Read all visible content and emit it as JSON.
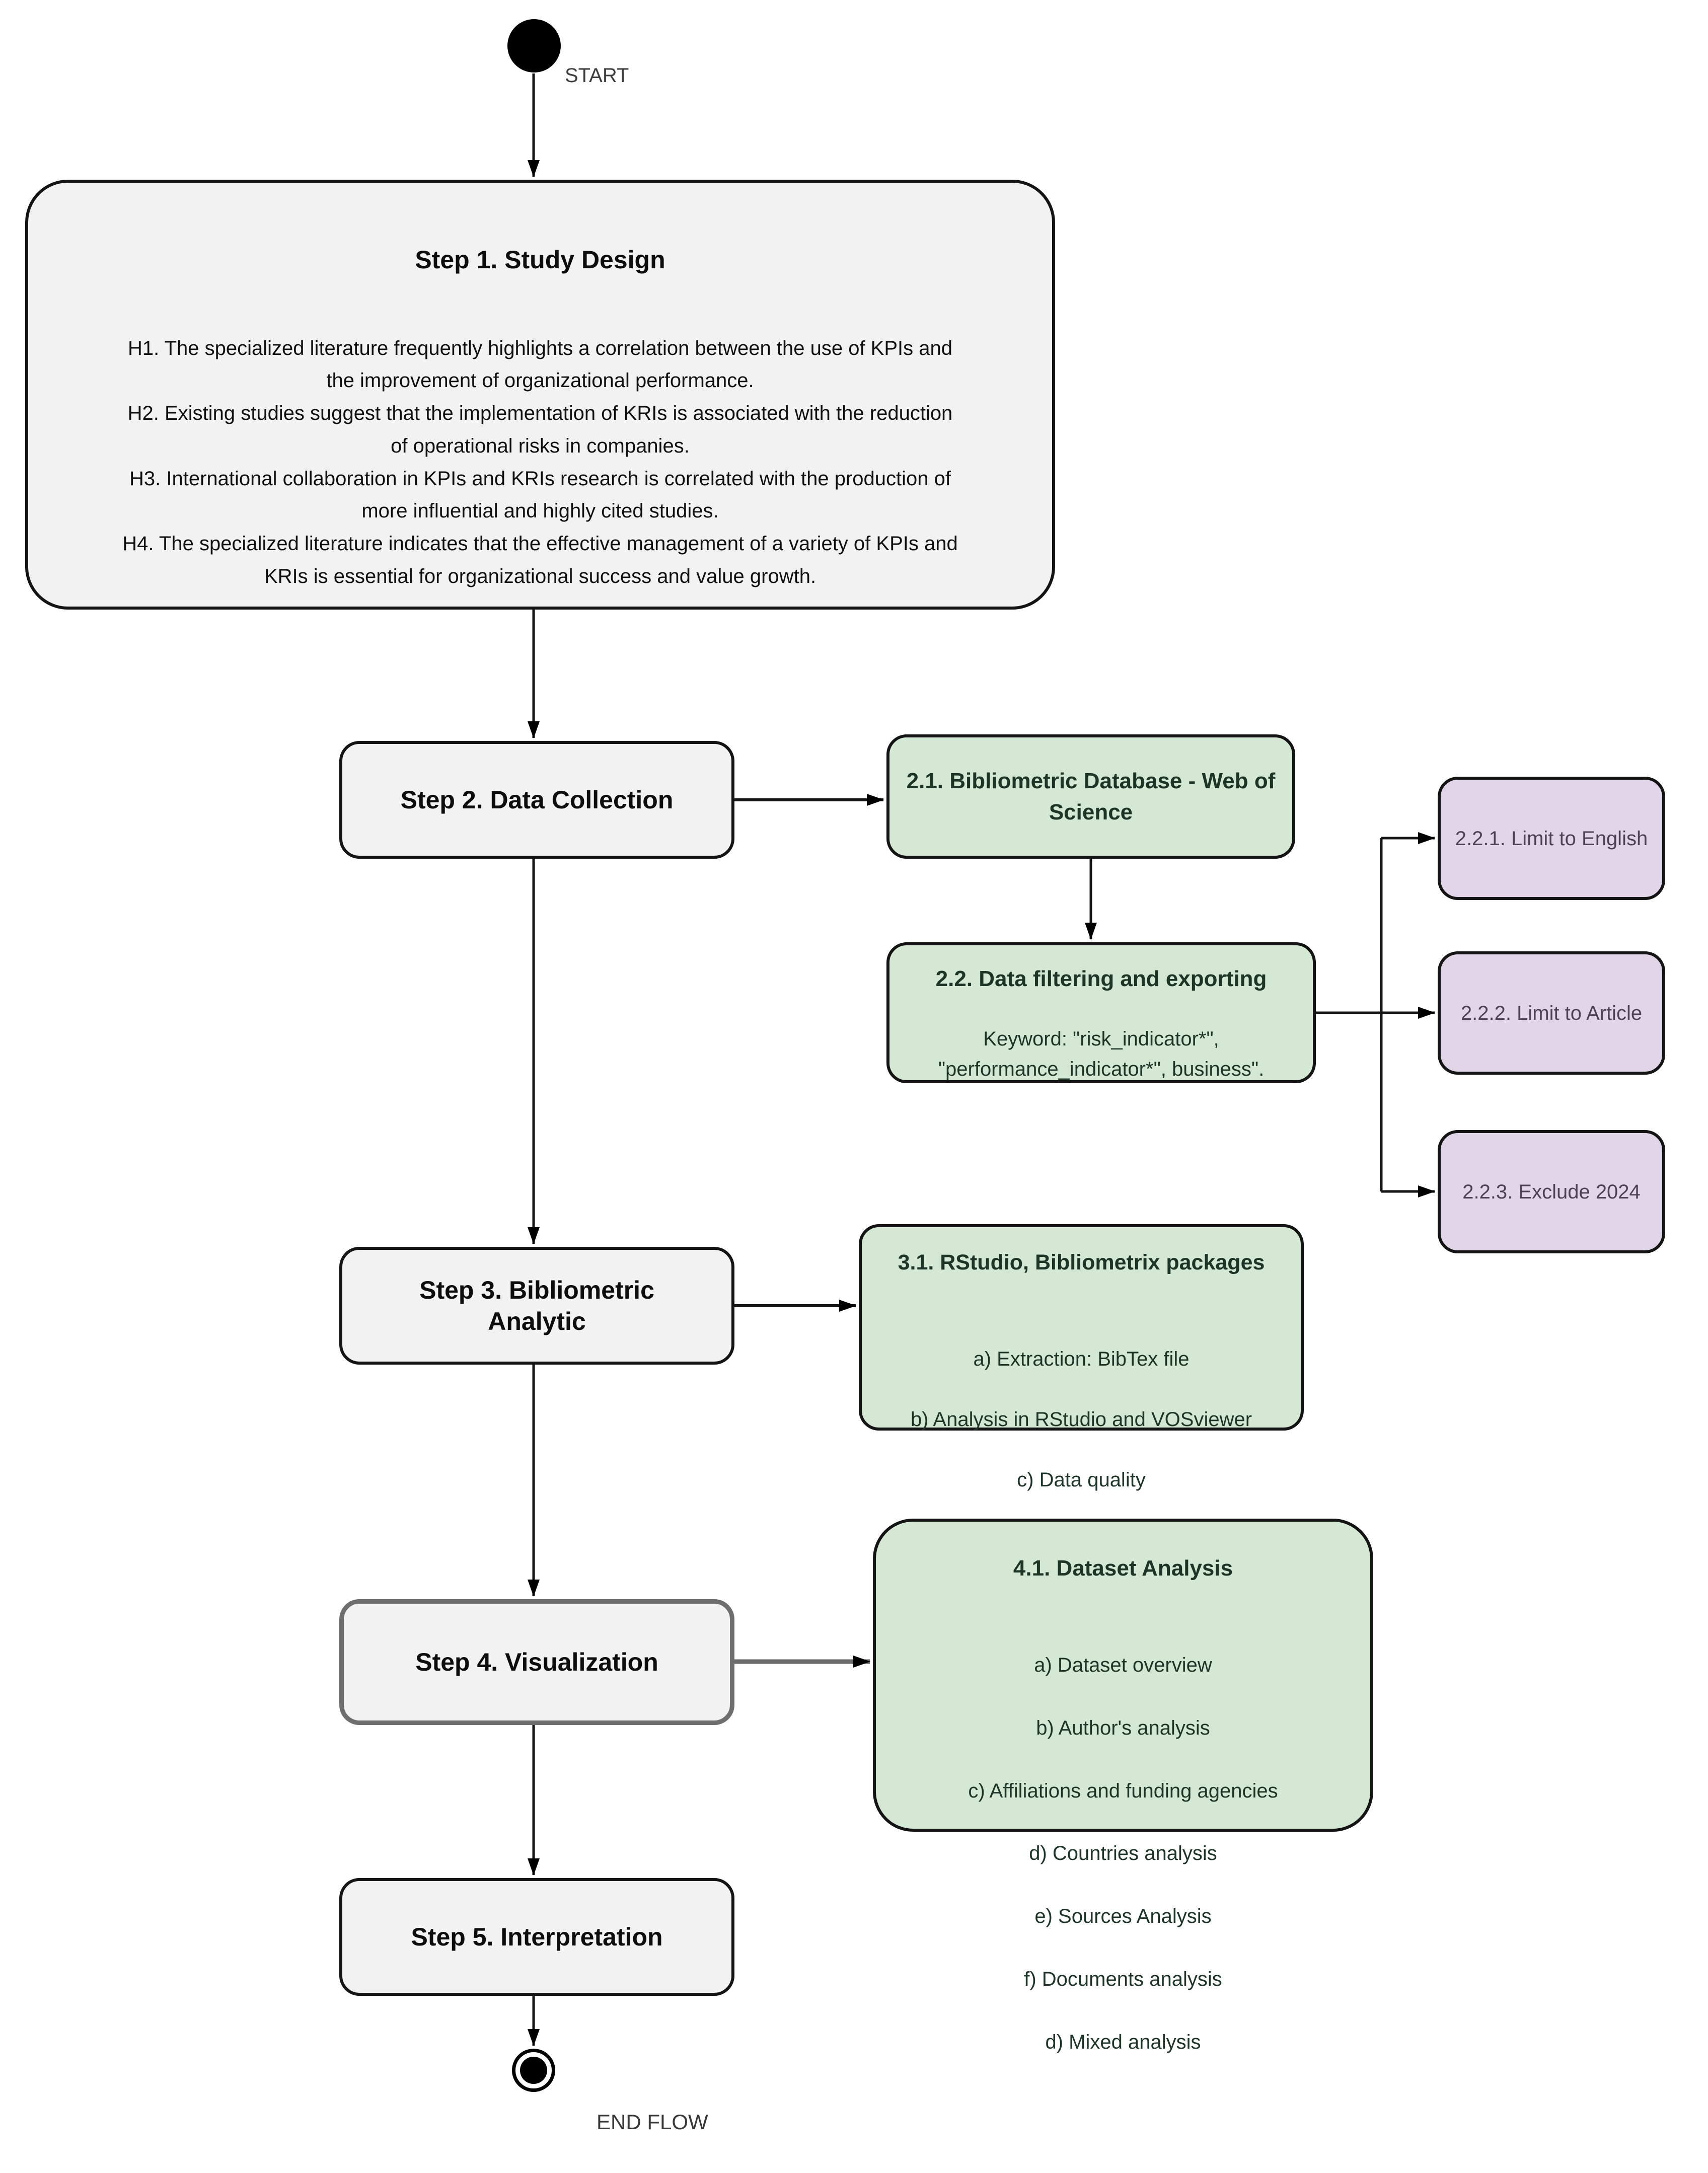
{
  "flowchart": {
    "start_label": "START",
    "end_label": "END FLOW",
    "colors": {
      "box_gray": "#f2f2f2",
      "box_green": "#d5e8d4",
      "box_purple": "#e1d5e7",
      "border_dark": "#141414",
      "border_gray_step4": "#6e6e6e",
      "text_green": "#1d3527",
      "text_purple": "#4e4156"
    },
    "steps": {
      "step1": {
        "title": "Step 1. Study Design",
        "hypotheses": [
          "H1. The specialized literature frequently highlights a correlation between the use of KPIs and\nthe improvement of organizational performance.",
          "H2. Existing studies suggest that the implementation of KRIs is associated with the reduction\nof operational risks in companies.",
          "H3. International collaboration in KPIs and KRIs research is correlated with the production of\nmore influential and highly cited studies.",
          "H4. The specialized literature indicates that the effective management of a variety of KPIs and\nKRIs is essential for organizational success and value growth."
        ]
      },
      "step2": {
        "title": "Step 2. Data Collection"
      },
      "step3": {
        "title": "Step 3. Bibliometric\nAnalytic"
      },
      "step4": {
        "title": "Step 4. Visualization"
      },
      "step5": {
        "title": "Step 5. Interpretation"
      }
    },
    "substeps": {
      "s21": {
        "title": "2.1. Bibliometric Database - Web of\nScience"
      },
      "s22": {
        "title": "2.2. Data filtering and exporting",
        "body": "Keyword: \"risk_indicator*\",\n\"performance_indicator*\", business\"."
      },
      "s221": {
        "label": "2.2.1. Limit to English"
      },
      "s222": {
        "label": "2.2.2. Limit to Article"
      },
      "s223": {
        "label": "2.2.3. Exclude 2024"
      },
      "s31": {
        "title": "3.1. RStudio, Bibliometrix packages",
        "items": [
          "a) Extraction: BibTex file",
          "b) Analysis in RStudio and VOSviewer",
          "c) Data quality"
        ]
      },
      "s41": {
        "title": "4.1. Dataset Analysis",
        "items": [
          "a) Dataset overview",
          "b) Author's analysis",
          "c) Affiliations and funding agencies",
          "d) Countries analysis",
          "e) Sources Analysis",
          "f) Documents analysis",
          "d) Mixed analysis"
        ]
      }
    }
  }
}
